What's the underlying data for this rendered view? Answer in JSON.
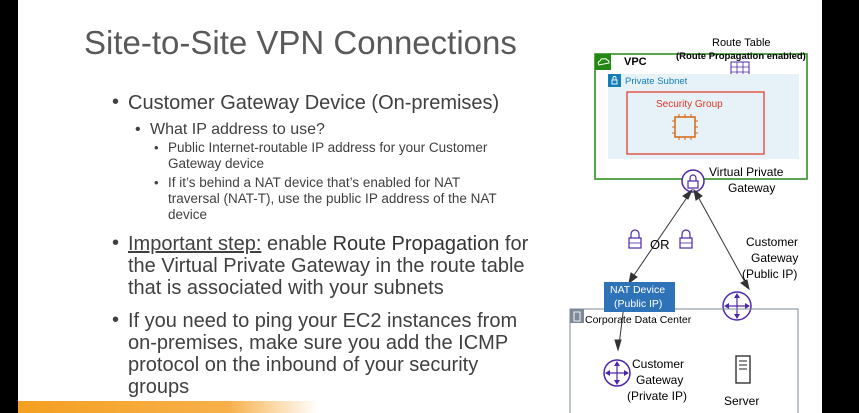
{
  "slide": {
    "title": "Site-to-Site VPN Connections",
    "bullets": [
      {
        "text": "Customer Gateway Device (On-premises)"
      },
      {
        "text": "What IP address to use?"
      },
      {
        "line1": "Public Internet-routable IP address for your Customer",
        "line2": "Gateway device"
      },
      {
        "line1": "If it’s behind a NAT device that’s enabled for NAT",
        "line2": "traversal (NAT-T), use the public IP address of the NAT",
        "line3": "device"
      },
      {
        "emph": "Important step:",
        "line1_mid": " enable ",
        "line1_bold": "Route Propagation",
        "line1_end": " for",
        "line2": "the Virtual Private Gateway in the route table",
        "line3": "that is associated with your subnets"
      },
      {
        "line1": "If you need to ping your EC2 instances from",
        "line2": "on-premises, make sure you add the ICMP",
        "line3": "protocol on the inbound of your security",
        "line4": "groups"
      }
    ]
  },
  "diagram": {
    "route_table_title": "Route Table",
    "route_table_sub": "(Route Propagation enabled)",
    "vpc_label": "VPC",
    "private_subnet_label": "Private Subnet",
    "security_group_label": "Security Group",
    "vpg_line1": "Virtual Private",
    "vpg_line2": "Gateway",
    "or_label": "OR",
    "cgw_public_line1": "Customer",
    "cgw_public_line2": "Gateway",
    "cgw_public_line3": "(Public IP)",
    "nat_line1": "NAT Device",
    "nat_line2": "(Public IP)",
    "corp_dc_label": "Corporate Data Center",
    "cgw_private_line1": "Customer",
    "cgw_private_line2": "Gateway",
    "cgw_private_line3": "(Private IP)",
    "server_label": "Server"
  },
  "colors": {
    "vpc_green": "#248814",
    "subnet_fill": "#e6f2f8",
    "subnet_blue": "#147eba",
    "sg_red": "#dd3522",
    "chip_orange": "#d86613",
    "purple": "#4d27aa",
    "nat_blue": "#2e73b8",
    "text_gray": "#404040"
  },
  "icons": [
    "cloud-icon",
    "lock-icon",
    "chip-icon",
    "route-table-icon",
    "vpn-gateway-icon",
    "vpn-connection-icon",
    "router-icon",
    "building-icon",
    "server-icon"
  ]
}
